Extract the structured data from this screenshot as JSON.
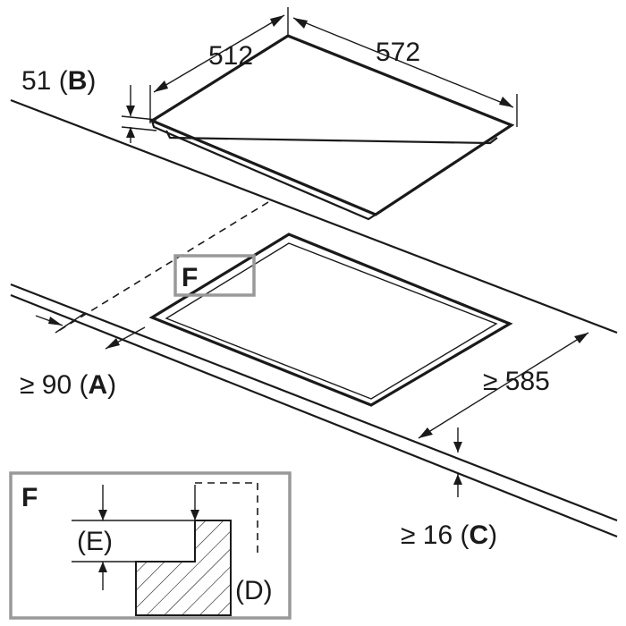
{
  "labels": {
    "width": "512",
    "depth": "572",
    "height_value": "51 (",
    "height_letter": "B",
    "cutout_depth_value": "≥ 585",
    "front_clearance_value": "≥ 90 (",
    "front_clearance_letter": "A",
    "worktop_thickness_value": "≥ 16 (",
    "worktop_thickness_letter": "C",
    "close_paren": ")",
    "detail_marker": "F",
    "detail_title": "F",
    "detail_e": "(E)",
    "detail_d": "(D)"
  },
  "colors": {
    "line": "#1a1a1a",
    "detail_frame": "#999999",
    "background": "#ffffff"
  }
}
